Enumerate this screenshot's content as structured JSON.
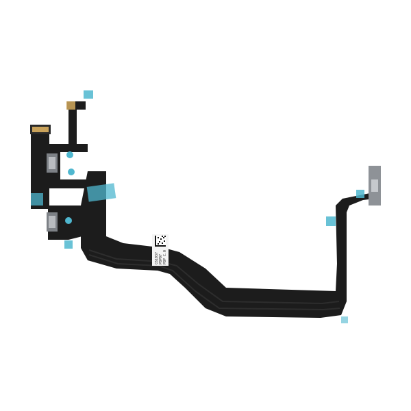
{
  "image": {
    "background": "#ffffff",
    "subject": "flex-cable",
    "colors": {
      "flex": "#1c1c1c",
      "flex_edge": "#2a2a2a",
      "trace": "#262626",
      "adhesive": "#4fb7cf",
      "metal": "#b9bcc0",
      "metal_dark": "#7d8186",
      "connector": "#c9a25a",
      "label": "#f4f4f4"
    }
  },
  "label_sticker": {
    "lines": [
      "C61037",
      "P8P07",
      "P8P C.0"
    ]
  }
}
